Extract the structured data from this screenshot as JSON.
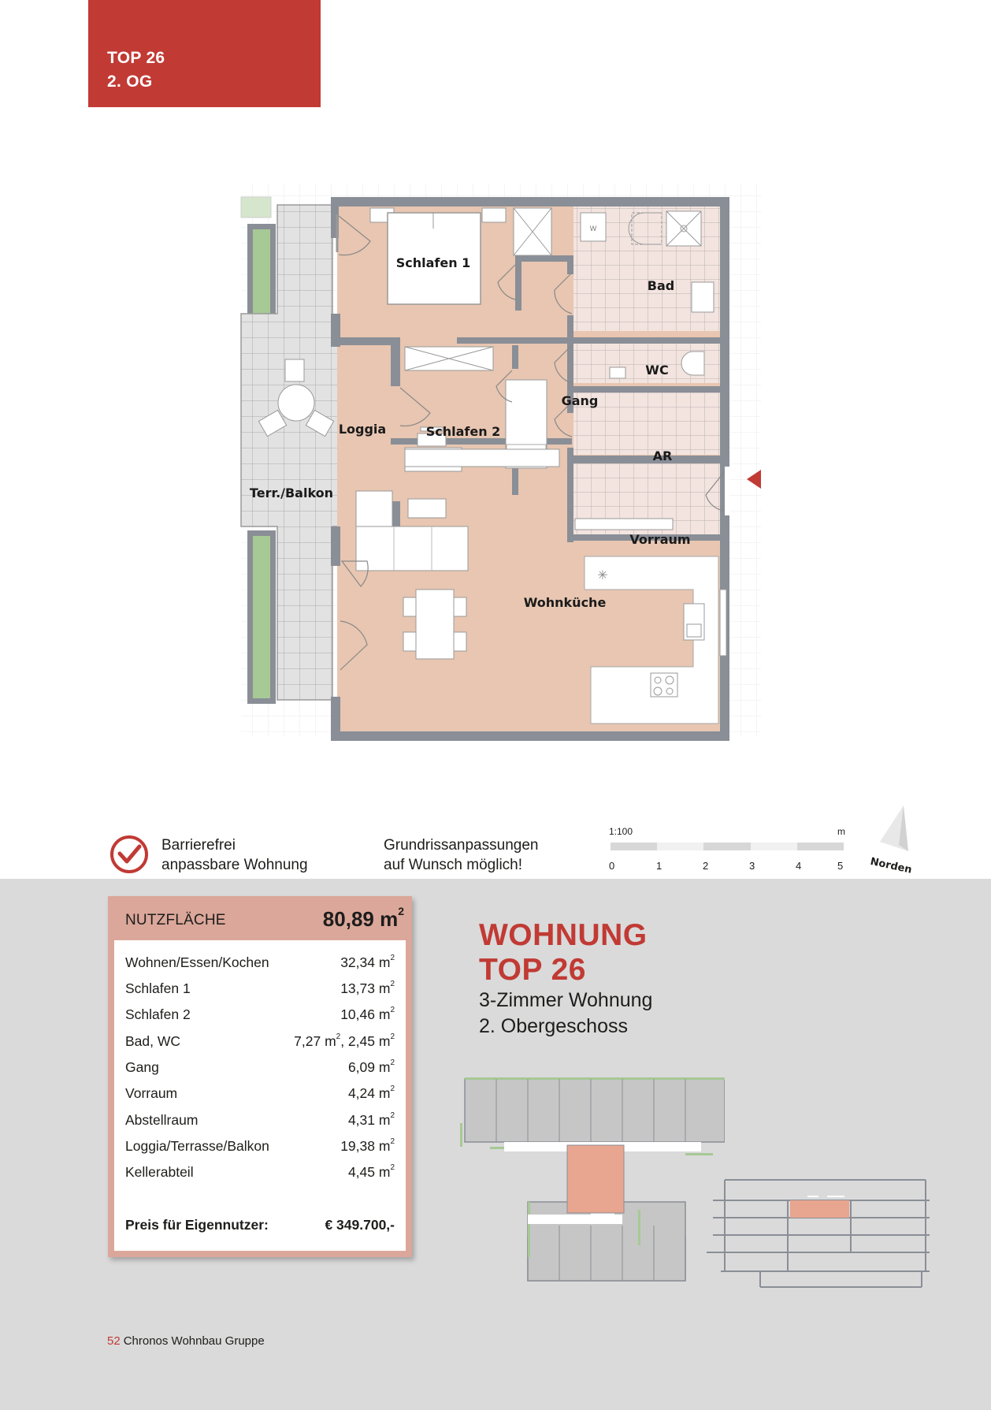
{
  "header_tag": {
    "unit": "TOP 26",
    "floor": "2. OG",
    "color": "#c13a34"
  },
  "floor_plan": {
    "rooms": [
      {
        "name": "Schlafen 1"
      },
      {
        "name": "Bad"
      },
      {
        "name": "WC"
      },
      {
        "name": "Gang"
      },
      {
        "name": "Schlafen 2"
      },
      {
        "name": "Loggia"
      },
      {
        "name": "Terr./Balkon"
      },
      {
        "name": "AR"
      },
      {
        "name": "Vorraum"
      },
      {
        "name": "Wohnküche"
      }
    ],
    "washer_label": "W",
    "entrance_marker_color": "#c13a34",
    "room_fill": "#e8c6b1",
    "wet_fill": "#f3e4df",
    "terrace_fill": "#e2e2e2",
    "wall_color": "#8a8e96",
    "planter_color": "#a6c995"
  },
  "features": {
    "accessible": {
      "line1": "Barrierefrei",
      "line2": "anpassbare Wohnung",
      "icon": "check-circle-icon"
    },
    "customizable": {
      "line1": "Grundrissanpassungen",
      "line2": "auf Wunsch möglich!"
    }
  },
  "scale_bar": {
    "ratio": "1:100",
    "unit": "m",
    "ticks": [
      "0",
      "1",
      "2",
      "3",
      "4",
      "5"
    ]
  },
  "north_arrow": {
    "label": "Norden"
  },
  "area_card": {
    "total_label": "NUTZFLÄCHE",
    "total_value": "80,89 m",
    "total_sup": "2",
    "rows": [
      {
        "label": "Wohnen/Essen/Kochen",
        "value": "32,34 m",
        "sup": "2"
      },
      {
        "label": "Schlafen 1",
        "value": "13,73 m",
        "sup": "2"
      },
      {
        "label": "Schlafen 2",
        "value": "10,46 m",
        "sup": "2"
      },
      {
        "label": "Bad, WC",
        "value_a": "7,27 m",
        "sep": ", 2,45 m",
        "sup": "2"
      },
      {
        "label": "Gang",
        "value": "6,09 m",
        "sup": "2"
      },
      {
        "label": "Vorraum",
        "value": "4,24 m",
        "sup": "2"
      },
      {
        "label": "Abstellraum",
        "value": "4,31 m",
        "sup": "2"
      },
      {
        "label": "Loggia/Terrasse/Balkon",
        "value": "19,38 m",
        "sup": "2"
      },
      {
        "label": "Kellerabteil",
        "value": "4,45 m",
        "sup": "2"
      }
    ],
    "price_label": "Preis für Eigennutzer:",
    "price_value": "€ 349.700,-"
  },
  "title_block": {
    "line1": "WOHNUNG",
    "line2": "TOP 26",
    "line3": "3-Zimmer Wohnung",
    "line4": "2. Obergeschoss"
  },
  "footer": {
    "page_number": "52",
    "company": "Chronos Wohnbau Gruppe"
  }
}
